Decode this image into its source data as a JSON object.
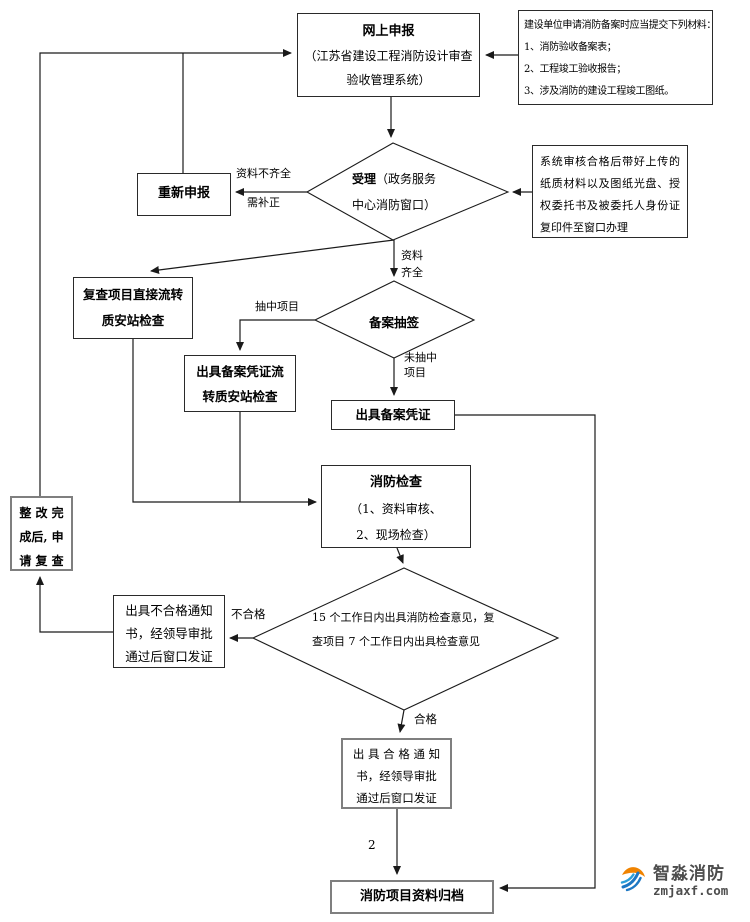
{
  "colors": {
    "line": "#1a1a1a",
    "box_border": "#2a2a2a",
    "gray_border": "#7f7f7f",
    "logo_orange": "#f08300",
    "logo_blue": "#1c77c3",
    "logo_text": "#4d4d4d"
  },
  "nodes": {
    "online": {
      "title": "网上申报",
      "subtitle": "（江苏省建设工程消防设计审查验收管理系统）"
    },
    "materials": {
      "lines": [
        "建设单位申请消防备案时应当提交下列材料：",
        "1、消防验收备案表；",
        "2、工程竣工验收报告；",
        "3、涉及消防的建设工程竣工图纸。"
      ]
    },
    "reapply": {
      "label": "重新申报"
    },
    "window_info": {
      "text": "系统审核合格后带好上传的纸质材料以及图纸光盘、授权委托书及被委托人身份证复印件至窗口办理"
    },
    "receive": {
      "title": "受理",
      "title_rest": "（政务服务",
      "line2": "中心消防窗口）"
    },
    "recheck_flow": {
      "lines": [
        "复查项目直接流转",
        "质安站检查"
      ]
    },
    "cert_flow": {
      "lines": [
        "出具备案凭证流",
        "转质安站检查"
      ]
    },
    "lottery": {
      "label": "备案抽签"
    },
    "cert": {
      "label": "出具备案凭证"
    },
    "fire_check": {
      "title": "消防检查",
      "lines": [
        "（1、资料审核、",
        "2、现场检查）"
      ]
    },
    "decision": {
      "text": "15 个工作日内出具消防检查意见，复查项目 7 个工作日内出具检查意见"
    },
    "rectify": {
      "label": "整 改 完 成后, 申 请 复 查"
    },
    "fail": {
      "lines": [
        "出具不合格通知",
        "书，经领导审批",
        "通过后窗口发证"
      ]
    },
    "pass": {
      "lines": [
        "出 具 合 格 通 知",
        "书，经领导审批",
        "通过后窗口发证"
      ]
    },
    "archive": {
      "label": "消防项目资料归档"
    }
  },
  "labels": {
    "incomplete1": "资料不齐全",
    "incomplete2": "需补正",
    "complete": "资料齐全",
    "selected": "抽中项目",
    "not_selected": "未抽中项目",
    "fail": "不合格",
    "pass": "合格",
    "page_number": "2"
  },
  "logo": {
    "name": "智淼消防",
    "domain": "zmjaxf.com"
  }
}
